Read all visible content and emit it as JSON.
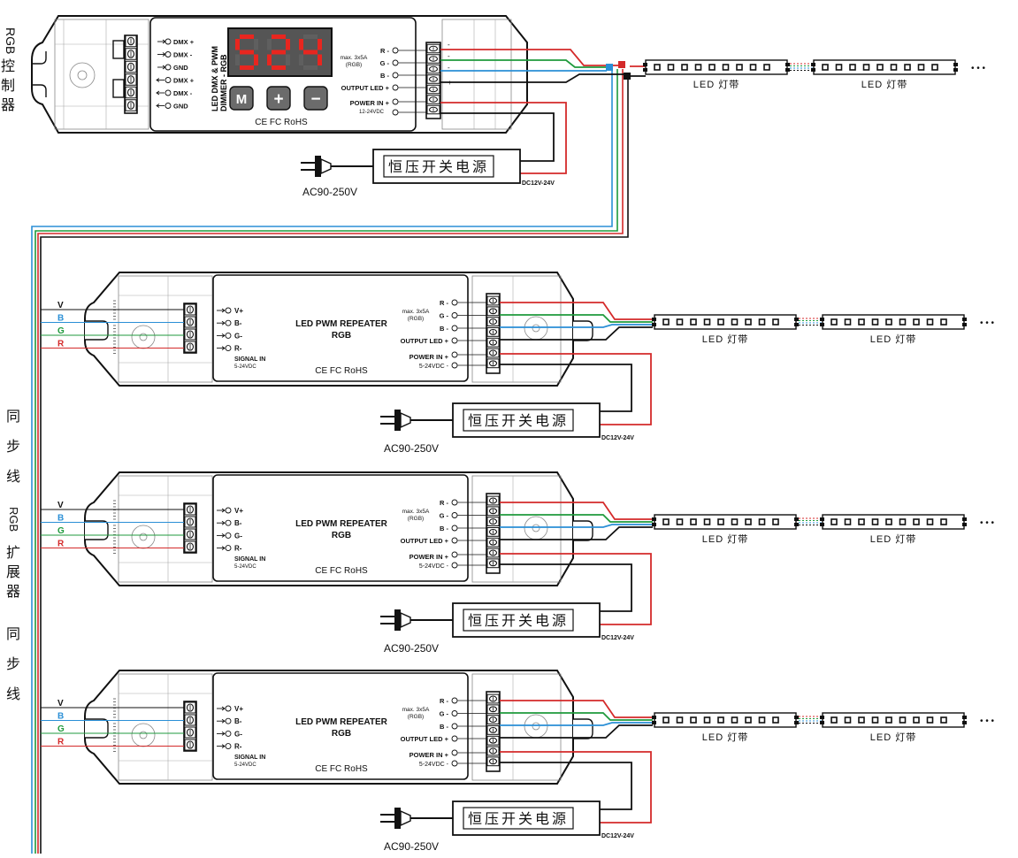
{
  "side_labels": {
    "controller": [
      "RGB",
      "控",
      "制",
      "器"
    ],
    "sync_a": [
      "同",
      "步",
      "线"
    ],
    "expander": [
      "RGB",
      "扩",
      "展",
      "器"
    ],
    "sync_b": [
      "同",
      "步",
      "线"
    ]
  },
  "controller": {
    "input_labels": [
      "DMX +",
      "DMX -",
      "GND",
      "DMX +",
      "DMX -",
      "GND"
    ],
    "model_line1": "LED DMX & PWM",
    "model_line2": "DIMMER - RGB",
    "display_value": "524",
    "buttons": [
      "M",
      "+",
      "−"
    ],
    "cert": "CE FC RoHS",
    "max_rating": "max. 3x5A",
    "max_rating_sub": "(RGB)",
    "output_pins": [
      "R -",
      "G -",
      "B -"
    ],
    "output_led": "OUTPUT LED +",
    "power_in": "POWER IN +",
    "power_range": "12-24VDC",
    "minus": "-",
    "term_signs": [
      "-",
      "-",
      "-",
      "+"
    ]
  },
  "repeater": {
    "input_pins": [
      "V+",
      "B-",
      "G-",
      "R-"
    ],
    "signal_in": "SIGNAL IN",
    "signal_range": "5-24VDC",
    "model_line1": "LED PWM REPEATER",
    "model_line2": "RGB",
    "cert": "CE FC RoHS",
    "max_rating": "max. 3x5A",
    "max_rating_sub": "(RGB)",
    "output_pins": [
      "R -",
      "G -",
      "B -"
    ],
    "output_led": "OUTPUT LED +",
    "power_in": "POWER IN +",
    "power_range": "5-24VDC -",
    "bus_labels": [
      "V",
      "B",
      "G",
      "R"
    ]
  },
  "psu": {
    "label": "恒压开关电源",
    "ac": "AC90-250V",
    "dc": "DC12V-24V"
  },
  "strip": {
    "label": "LED 灯带",
    "ellipsis": "• • •"
  },
  "colors": {
    "red": "#d42a2a",
    "green": "#1f9a3c",
    "blue": "#2a8fd6",
    "black": "#111111",
    "display_digit": "#e8261f",
    "display_bg": "#555555"
  }
}
